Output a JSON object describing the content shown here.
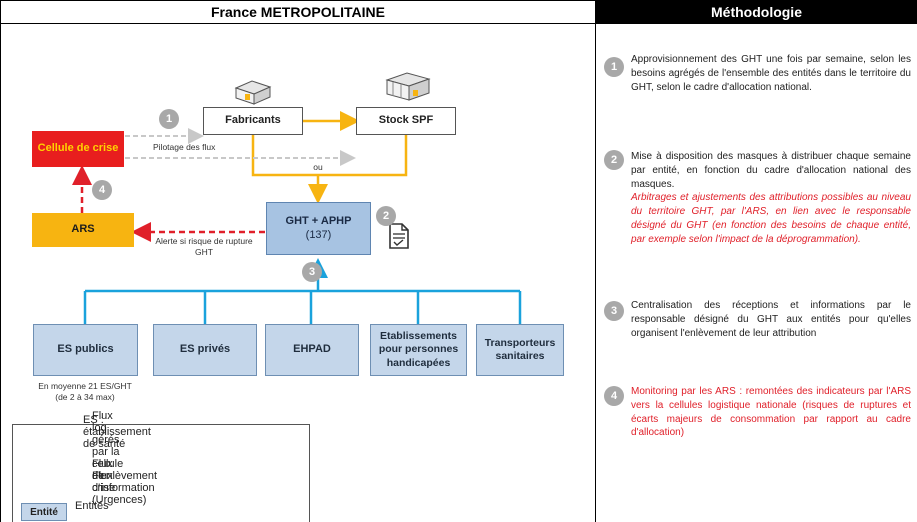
{
  "header": {
    "left_title": "France METROPOLITAINE",
    "right_title": "Méthodologie"
  },
  "nodes": {
    "fabricants": "Fabricants",
    "stock": "Stock SPF",
    "cellule": "Cellule de crise",
    "ars": "ARS",
    "ght_line1": "GHT + APHP",
    "ght_line2": "(137)",
    "es_publics": "ES publics",
    "es_prives": "ES privés",
    "ehpad": "EHPAD",
    "etab_handicap": "Etablissements pour personnes handicapées",
    "transporteurs": "Transporteurs sanitaires"
  },
  "labels": {
    "pilotage": "Pilotage des flux",
    "ou": "ou",
    "alerte": "Alerte si risque de rupture GHT",
    "moyenne_1": "En moyenne 21 ES/GHT",
    "moyenne_2": "(de 2 à 34 max)"
  },
  "step_numbers": [
    "1",
    "2",
    "3",
    "4"
  ],
  "legend": {
    "es_def": "ES : établissement de santé",
    "flux_log": "Flux log gérés par la cellule de crise",
    "flux_enlevement": "Flux d'enlèvement",
    "flux_info": "Flux d'information (Urgences)",
    "entite_box": "Entité",
    "entites": "Entités"
  },
  "methodologie": {
    "step1": "Approvisionnement des GHT une fois par semaine, selon les besoins agrégés de l'ensemble des entités dans le territoire du GHT, selon le cadre d'allocation national.",
    "step2": "Mise à disposition des masques à distribuer chaque semaine par entité, en fonction du cadre d'allocation national des masques.",
    "step2_italic": "Arbitrages et ajustements des attributions possibles au niveau du territoire GHT, par l'ARS, en lien avec le responsable désigné du GHT (en fonction des besoins de chaque entité, par exemple selon l'impact de la déprogrammation).",
    "step3": "Centralisation des réceptions et informations par le responsable désigné du GHT aux entités pour qu'elles organisent l'enlèvement de leur attribution",
    "step4": "Monitoring par les ARS : remontées des indicateurs par l'ARS vers la cellules logistique nationale (risques de ruptures et écarts majeurs de consommation par rapport au cadre d'allocation)"
  },
  "colors": {
    "flux_log": "#f7b411",
    "flux_enlevement": "#1aa2dc",
    "flux_info": "#e0202a",
    "pilotage": "#c8c8c8",
    "cellule_bg": "#e81e1e",
    "ars_bg": "#f7b411",
    "ght_bg": "#a7c3e2",
    "es_bg": "#c4d6ea"
  },
  "icons": [
    "box-icon",
    "boxes-icon",
    "document-icon"
  ]
}
